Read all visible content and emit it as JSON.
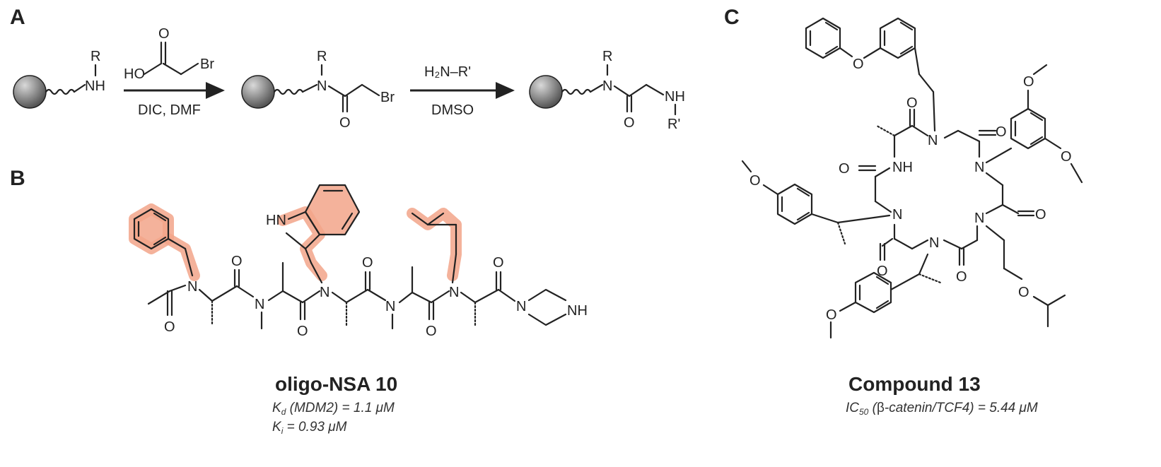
{
  "panels": {
    "a": "A",
    "b": "B",
    "c": "C"
  },
  "scheme_a": {
    "step1_reagent": "DIC, DMF",
    "step2_reagent": "DMSO",
    "amine": "H₂N–R'",
    "atoms": {
      "R": "R",
      "NH": "NH",
      "N": "N",
      "HO": "HO",
      "O": "O",
      "Br": "Br",
      "R_prime": "R'"
    }
  },
  "panel_b": {
    "compound_name": "oligo-NSA 10",
    "kd_prefix": "K",
    "kd_sub": "d",
    "kd_rest": " (MDM2) = 1.1 μM",
    "ki_prefix": "K",
    "ki_sub": "i",
    "ki_rest": " = 0.93 μM",
    "atoms": {
      "N": "N",
      "O": "O",
      "HN": "HN",
      "NH": "NH"
    }
  },
  "panel_c": {
    "compound_name": "Compound 13",
    "ic_prefix": "IC",
    "ic_sub": "50",
    "ic_rest_a": " (",
    "ic_beta": "β",
    "ic_rest_b": "-catenin/TCF4) = 5.44 μM",
    "atoms": {
      "N": "N",
      "O": "O",
      "NH": "NH"
    }
  },
  "colors": {
    "highlight": "#f2a58a",
    "bead_dark": "#555555",
    "bead_light": "#bdbdbd",
    "ink": "#222222"
  }
}
